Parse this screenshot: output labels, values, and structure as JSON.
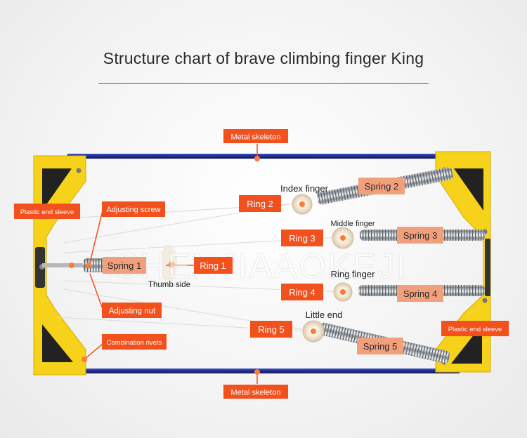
{
  "title": "Structure chart of brave climbing finger King",
  "watermark": "SHENJIAAOKEJI",
  "labels": {
    "metal_skeleton_top": "Metal skeleton",
    "metal_skeleton_bottom": "Metal skeleton",
    "plastic_end_sleeve_left": "Plastic end sleeve",
    "plastic_end_sleeve_right": "Plastic end sleeve",
    "adjusting_screw": "Adjusting screw",
    "adjusting_nut": "Adjusting nut",
    "combination_rivets": "Combination rivets",
    "spring_1": "Spring 1",
    "ring_1": "Ring 1",
    "thumb_side": "Thumb side",
    "index_finger": "Index finger",
    "ring_2": "Ring 2",
    "spring_2": "Spring 2",
    "middle_finger": "Middle finger",
    "ring_3": "Ring 3",
    "spring_3": "Spring 3",
    "ring_finger": "Ring finger",
    "ring_4": "Ring 4",
    "spring_4": "Spring 4",
    "little_end": "Little end",
    "ring_5": "Ring 5",
    "spring_5": "Spring 5"
  },
  "colors": {
    "label_bg": "#f2501c",
    "label_text": "#ffffff",
    "spring_label_bg": "#f2a07c",
    "spring_label_text": "#2a2a2a",
    "frame_yellow": "#f6d21a",
    "skeleton_blue": "#1f2d8a",
    "pointer_dot": "#ff7a3a"
  }
}
